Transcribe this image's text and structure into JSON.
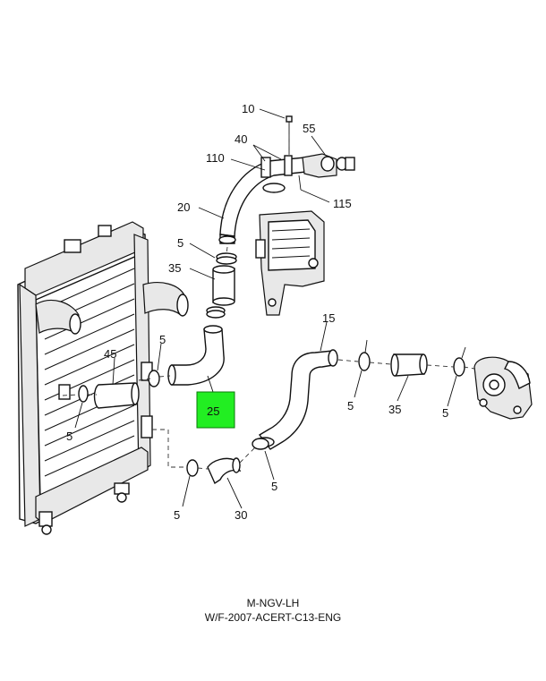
{
  "callouts": {
    "c10": "10",
    "c40": "40",
    "c55": "55",
    "c110": "110",
    "c115": "115",
    "c20": "20",
    "c5_a": "5",
    "c35_a": "35",
    "c15": "15",
    "c5_b": "5",
    "c45": "45",
    "c5_c": "5",
    "c35_b": "35",
    "c5_d": "5",
    "c5_e": "5",
    "c5_f": "5",
    "c5_g": "5",
    "c30": "30",
    "c25": "25"
  },
  "highlight_color": "#22ee22",
  "caption": {
    "line1": "M-NGV-LH",
    "line2": "W/F-2007-ACERT-C13-ENG"
  }
}
